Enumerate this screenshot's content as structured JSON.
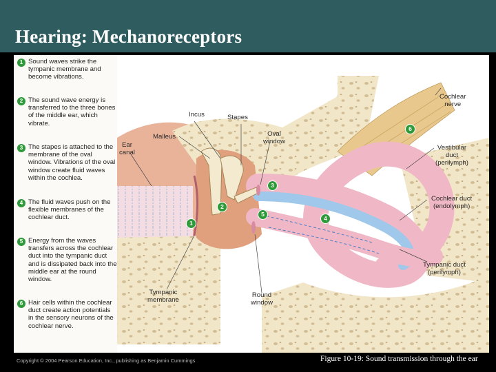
{
  "slide": {
    "title": "Hearing: Mechanoreceptors",
    "caption": "Figure 10-19: Sound transmission through the ear",
    "copyright": "Copyright © 2004 Pearson Education, Inc., publishing as Benjamin Cummings"
  },
  "steps": [
    {
      "number": "1",
      "text": "Sound waves strike the tympanic membrane and become vibrations."
    },
    {
      "number": "2",
      "text": "The sound wave energy is transferred to the three bones of the middle ear, which vibrate."
    },
    {
      "number": "3",
      "text": "The stapes is attached to the membrane of the oval window. Vibrations of the oval window create fluid waves within the cochlea."
    },
    {
      "number": "4",
      "text": "The fluid waves push on the flexible membranes of the cochlear duct."
    },
    {
      "number": "5",
      "text": "Energy from the waves transfers across the cochlear duct into the tympanic duct and is dissipated back into the middle ear at the round window."
    },
    {
      "number": "6",
      "text": "Hair cells within the cochlear duct create action potentials in the sensory neurons of the cochlear nerve."
    }
  ],
  "labels": {
    "incus": "Incus",
    "stapes": "Stapes",
    "malleus": "Malleus",
    "oval_window_1": "Oval",
    "oval_window_2": "window",
    "ear_canal_1": "Ear",
    "ear_canal_2": "canal",
    "cochlear_nerve_1": "Cochlear",
    "cochlear_nerve_2": "nerve",
    "vestibular_duct_1": "Vestibular",
    "vestibular_duct_2": "duct",
    "vestibular_duct_3": "(perilymph)",
    "cochlear_duct_1": "Cochlear duct",
    "cochlear_duct_2": "(endolymph)",
    "tympanic_duct_1": "Tympanic duct",
    "tympanic_duct_2": "(perilymph)",
    "tympanic_membrane_1": "Tympanic",
    "tympanic_membrane_2": "membrane",
    "round_window_1": "Round",
    "round_window_2": "window"
  },
  "markers": [
    "1",
    "2",
    "3",
    "4",
    "5",
    "6"
  ],
  "colors": {
    "title_bar": "#2f5d5f",
    "step_marker": "#2f9a3a",
    "vestibular": "#f0b7c6",
    "cochlear_duct": "#9fc8ea",
    "bone": "#f1e6c8",
    "tissue": "#e3a98a"
  }
}
